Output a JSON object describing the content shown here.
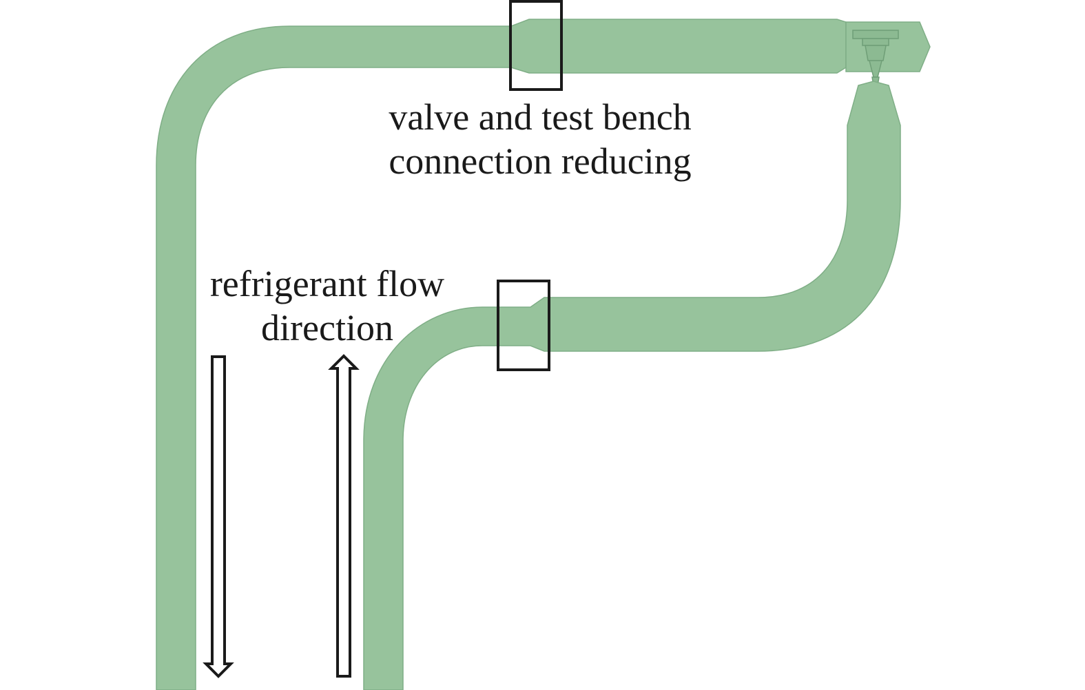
{
  "labels": {
    "valve_connection": [
      "valve and test bench",
      "connection reducing"
    ],
    "flow_direction": [
      "refrigerant flow",
      "direction"
    ]
  },
  "colors": {
    "pipe": "#97c39c",
    "pipe_edge": "#7fae86",
    "outline": "#1a1a1a",
    "background": "#ffffff"
  }
}
